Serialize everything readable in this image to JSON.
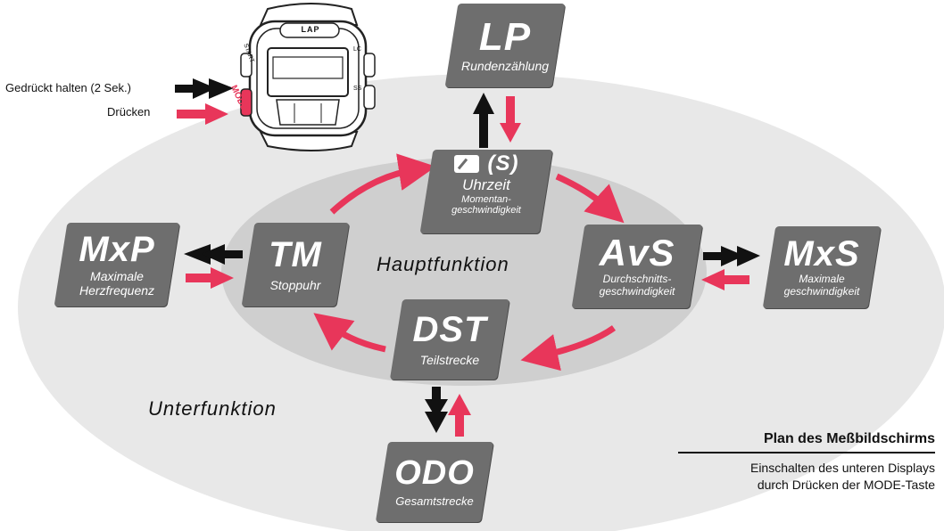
{
  "legend": {
    "hold": "Gedrückt halten (2 Sek.)",
    "press": "Drücken"
  },
  "watch": {
    "lap_label": "LAP",
    "start_label": "START",
    "mode_label": "MODE",
    "lc_label": "LC",
    "ss_label": "SS"
  },
  "ring_labels": {
    "main": "Hauptfunktion",
    "sub": "Unterfunktion"
  },
  "modes": {
    "lp": {
      "code": "LP",
      "desc": "Rundenzählung"
    },
    "clock": {
      "code": "(S)",
      "desc": "Uhrzeit",
      "desc2": "Momentan-",
      "desc3": "geschwindigkeit"
    },
    "tm": {
      "code": "TM",
      "desc": "Stoppuhr"
    },
    "avs": {
      "code": "AvS",
      "desc": "Durchschnitts-",
      "desc2": "geschwindigkeit"
    },
    "dst": {
      "code": "DST",
      "desc": "Teilstrecke"
    },
    "mxp": {
      "code": "MxP",
      "desc": "Maximale",
      "desc2": "Herzfrequenz"
    },
    "mxs": {
      "code": "MxS",
      "desc": "Maximale",
      "desc2": "geschwindigkeit"
    },
    "odo": {
      "code": "ODO",
      "desc": "Gesamtstrecke"
    }
  },
  "plan": {
    "title": "Plan des Meßbildschirms",
    "line1": "Einschalten des unteren Displays",
    "line2": "durch Drücken der MODE-Taste"
  },
  "colors": {
    "box": "#6e6e6e",
    "outer_ellipse": "#e8e8e8",
    "inner_ellipse": "#cfcfcf",
    "red_arrow": "#e8365a",
    "black_arrow": "#111111"
  }
}
